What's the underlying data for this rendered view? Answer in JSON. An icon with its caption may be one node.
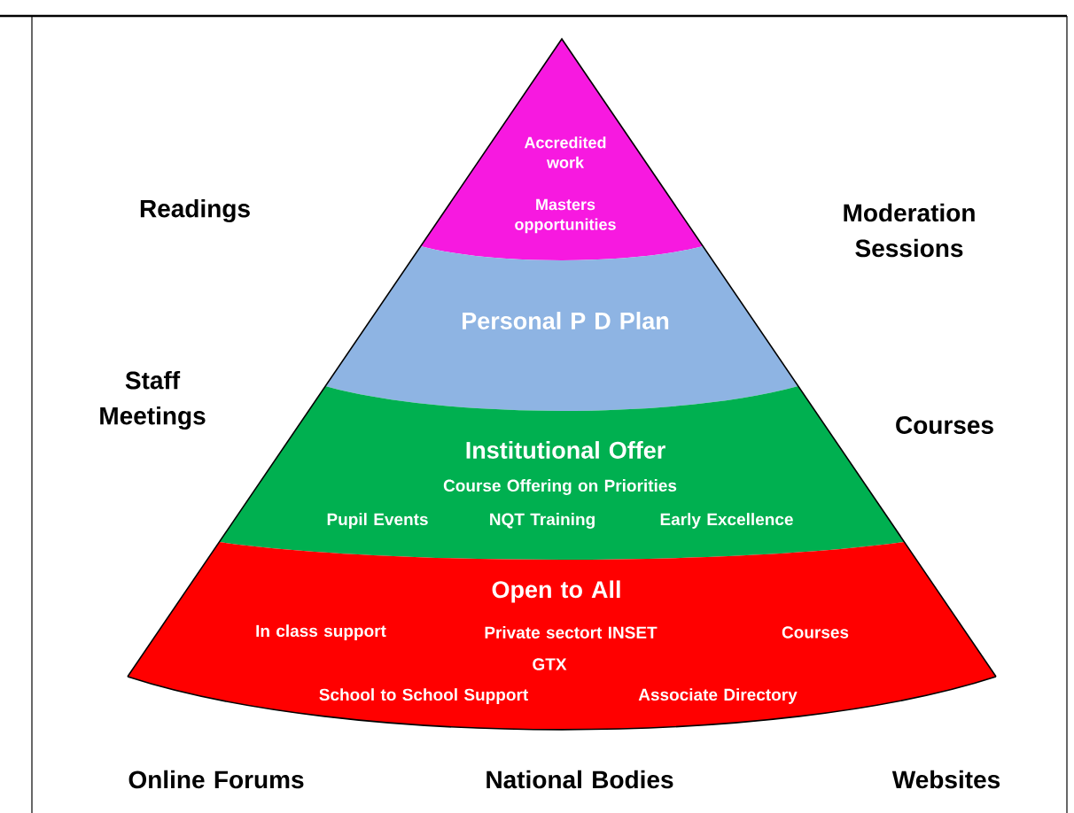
{
  "diagram": {
    "nodes": [
      {
        "text": [
          "Accredited work",
          "Masters opportunities"
        ]
      },
      {
        "text": [
          "Personal P D Plan"
        ]
      },
      {
        "text": [
          "Institutional Offer",
          "Course Offering on Priorities",
          "Pupil Events",
          "NQT Training",
          "Early Excellence"
        ]
      },
      {
        "text": [
          "Open to All",
          "In class support",
          "Private sectort INSET",
          "Courses",
          "GTX",
          "School to School Support",
          "Associate Directory"
        ]
      }
    ],
    "labels": [
      "Readings",
      "Moderation Sessions",
      "Staff Meetings",
      "Courses",
      "Online Forums",
      "National Bodies",
      "Websites"
    ]
  }
}
